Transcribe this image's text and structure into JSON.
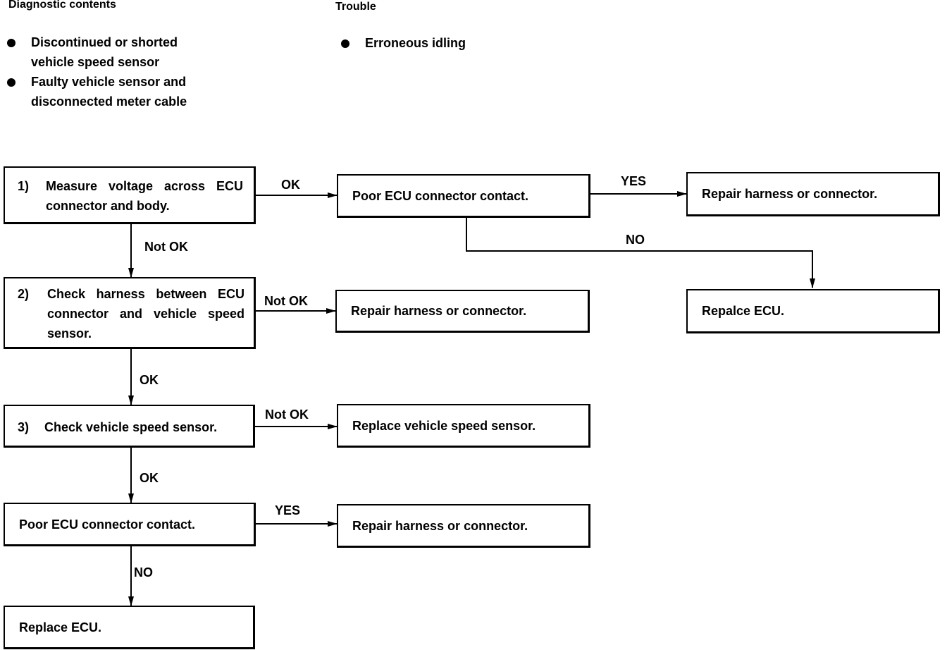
{
  "header": {
    "diagnostic_title": "Diagnostic contents",
    "trouble_title": "Trouble"
  },
  "diagnostic_items": [
    "Discontinued or shorted vehicle speed sensor",
    "Faulty vehicle sensor and disconnected meter cable"
  ],
  "trouble_items": [
    "Erroneous idling"
  ],
  "boxes": {
    "step1": {
      "num": "1)",
      "text": "Measure voltage across ECU connector and body."
    },
    "step2": {
      "num": "2)",
      "text": "Check harness between ECU connector and vehicle speed sensor."
    },
    "step3": {
      "num": "3)",
      "text": "Check vehicle speed sensor."
    },
    "poor_contact_left": "Poor ECU connector contact.",
    "replace_ecu_left": "Replace ECU.",
    "poor_contact_top": "Poor ECU connector contact.",
    "repair_top_right": "Repair harness or connector.",
    "replace_ecu_right": "Repalce ECU.",
    "repair_step2": "Repair harness or connector.",
    "replace_sensor": "Replace vehicle speed sensor.",
    "repair_bottom": "Repair harness or connector."
  },
  "labels": {
    "ok": "OK",
    "not_ok": "Not OK",
    "yes": "YES",
    "no": "NO"
  }
}
